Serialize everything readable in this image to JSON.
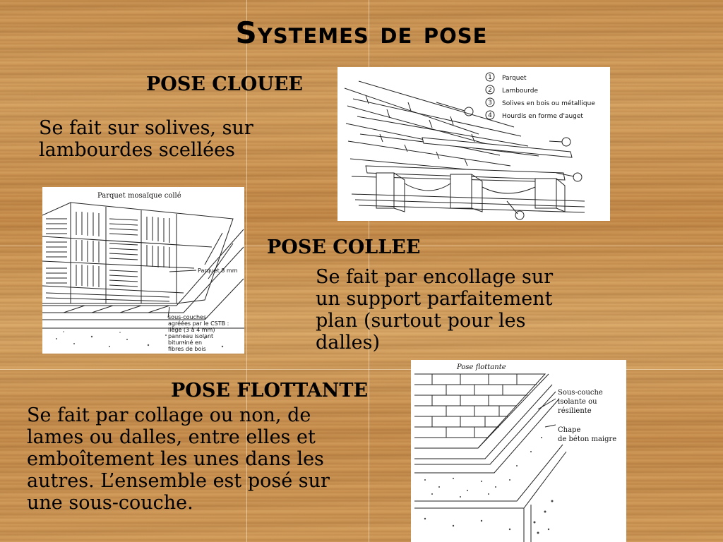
{
  "slide": {
    "title": "Systemes de pose"
  },
  "sections": {
    "clouee": {
      "heading": "POSE CLOUEE",
      "text_lines": [
        "Se fait sur solives, sur",
        "lambourdes scellées"
      ]
    },
    "collee": {
      "heading": "POSE COLLEE",
      "text_lines": [
        "Se fait par encollage sur",
        "un support parfaitement",
        "plan (surtout pour les",
        "dalles)"
      ]
    },
    "flottante": {
      "heading": "POSE FLOTTANTE",
      "text_lines": [
        "Se fait par collage ou non, de",
        "lames ou dalles, entre elles et",
        "emboîtement les unes dans les",
        "autres. L’ensemble est posé sur",
        "une sous-couche."
      ]
    }
  },
  "figures": {
    "clouee": {
      "legend": [
        "Parquet",
        "Lambourde",
        "Solives en bois ou métallique",
        "Hourdis en forme d'auget"
      ],
      "numbers": [
        "1",
        "2",
        "3",
        "4"
      ]
    },
    "mosaique": {
      "title": "Parquet mosaïque collé",
      "label_parquet": "Parquet 8 mm",
      "label_sous_couches": [
        "sous-couches",
        "agréées par le CSTB :",
        "liège (3 à 4 mm)",
        "panneau isolant",
        "bituminé en",
        "fibres de bois"
      ]
    },
    "flottante": {
      "title": "Pose flottante",
      "label_sous_couche": [
        "Sous-couche",
        "isolante ou",
        "résiliente"
      ],
      "label_chape": [
        "Chape",
        "de béton maigre"
      ]
    }
  }
}
